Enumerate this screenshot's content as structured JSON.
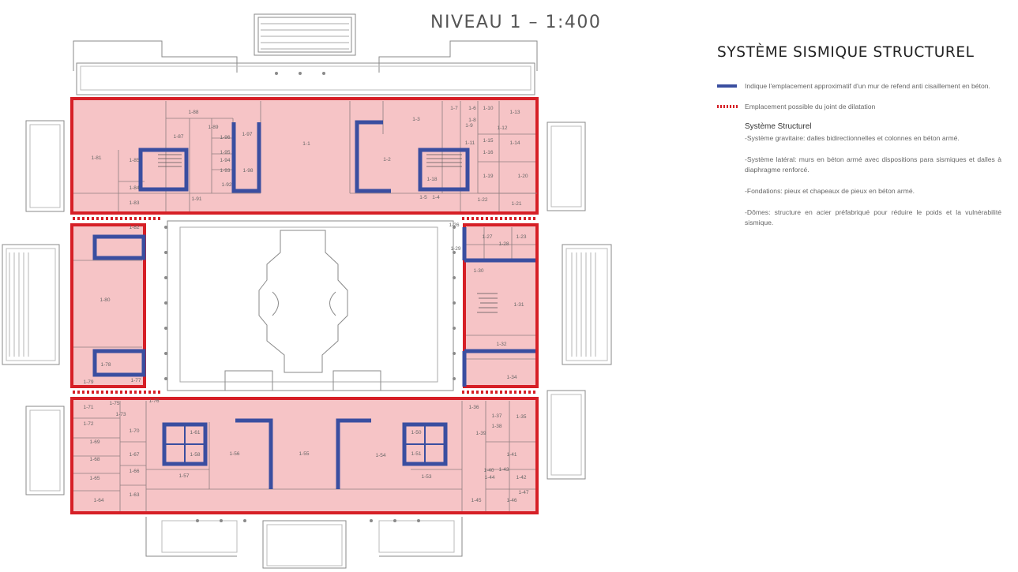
{
  "plan": {
    "title": "NIVEAU  1  –  1:400",
    "rooms": [
      "1-1",
      "1-2",
      "1-3",
      "1-4",
      "1-5",
      "1-6",
      "1-7",
      "1-8",
      "1-9",
      "1-10",
      "1-11",
      "1-12",
      "1-13",
      "1-14",
      "1-15",
      "1-16",
      "1-18",
      "1-19",
      "1-20",
      "1-21",
      "1-22",
      "1-23",
      "1-26",
      "1-27",
      "1-28",
      "1-29",
      "1-30",
      "1-31",
      "1-32",
      "1-34",
      "1-35",
      "1-36",
      "1-37",
      "1-38",
      "1-39",
      "1-40",
      "1-41",
      "1-42",
      "1-43",
      "1-44",
      "1-45",
      "1-46",
      "1-47",
      "1-50",
      "1-51",
      "1-53",
      "1-54",
      "1-55",
      "1-56",
      "1-57",
      "1-58",
      "1-61",
      "1-63",
      "1-64",
      "1-65",
      "1-66",
      "1-67",
      "1-68",
      "1-69",
      "1-70",
      "1-71",
      "1-72",
      "1-73",
      "1-75",
      "1-76",
      "1-77",
      "1-78",
      "1-79",
      "1-80",
      "1-81",
      "1-82",
      "1-83",
      "1-84",
      "1-85",
      "1-87",
      "1-88",
      "1-89",
      "1-91",
      "1-92",
      "1-93",
      "1-94",
      "1-95",
      "1-96",
      "1-97",
      "1-98"
    ]
  },
  "legend": {
    "title": "SYSTÈME SISMIQUE STRUCTUREL",
    "items": [
      {
        "symbol": "solid-blue-line",
        "text": "Indique l'emplacement approximatif d'un mur de refend anti cisaillement en béton."
      },
      {
        "symbol": "dashed-red-line",
        "text": "Emplacement possible du joint de dilatation"
      }
    ],
    "system": {
      "title": "Système  Structurel",
      "items": [
        "-Système gravitaire: dalles bidirectionnelles et colonnes en béton armé.",
        "-Système latéral: murs en béton armé avec dispositions para sismiques et dalles à diaphragme renforcé.",
        "-Fondations: pieux et chapeaux de pieux en béton armé.",
        "-Dômes: structure en acier préfabriqué pour réduire le poids et la vulnérabilité sismique."
      ]
    }
  },
  "colors": {
    "zone_border": "#d61f26",
    "zone_fill": "#f6c4c6",
    "shear_wall": "#3a4ea0",
    "linework": "#8a8a8a"
  }
}
